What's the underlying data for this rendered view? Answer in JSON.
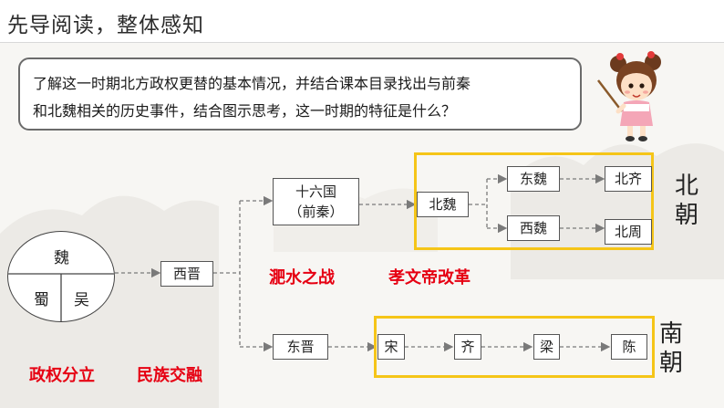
{
  "header": {
    "title": "先导阅读，整体感知"
  },
  "question": {
    "line1": "了解这一时期北方政权更替的基本情况，并结合课本目录找出与前秦",
    "line2": "和北魏相关的历史事件，结合图示思考，这一时期的特征是什么？"
  },
  "diagram": {
    "wei_circle": {
      "top": "魏",
      "bottom_left": "蜀",
      "bottom_right": "吴"
    },
    "xijin": "西晋",
    "shiliuguo": {
      "line1": "十六国",
      "line2": "（前秦）"
    },
    "beiwei": "北魏",
    "dongwei": "东魏",
    "beiqi": "北齐",
    "xiwei": "西魏",
    "beizhou": "北周",
    "dongjin": "东晋",
    "song": "宋",
    "qi": "齐",
    "liang": "梁",
    "chen": "陈",
    "north_label": {
      "c1": "北",
      "c2": "朝"
    },
    "south_label": {
      "c1": "南",
      "c2": "朝"
    }
  },
  "events": {
    "feishui": "淝水之战",
    "xiaowendi": "孝文帝改革",
    "zhengquan": "政权分立",
    "minzu": "民族交融"
  },
  "colors": {
    "highlight_box": "#f5c518",
    "event_red": "#e60012"
  }
}
